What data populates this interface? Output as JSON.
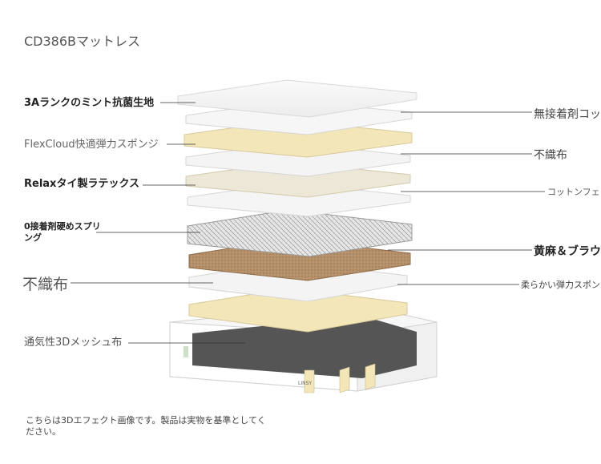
{
  "title": "CD386Bマットレス",
  "left_labels": [
    "3Aランクのミント抗菌生地",
    "FlexCloud快適弾力スポンジ",
    "Relaxタイ製ラテックス",
    "0接着剤硬めスプリング",
    "不織布",
    "通気性3Dメッシュ布"
  ],
  "right_labels": [
    "無接着剤コッ",
    "不織布",
    "コットンフェ",
    "黄麻＆ブラウ",
    "柔らかい弾力スポン"
  ],
  "brand_mark": "LINSY",
  "note": "こちらは3Dエフェクト画像です。製品は実物を基準としてください。",
  "colors": {
    "cream": "#f3e6b8",
    "coir": "#b08a62",
    "mesh": "#5a5a5a",
    "line": "#333333"
  }
}
